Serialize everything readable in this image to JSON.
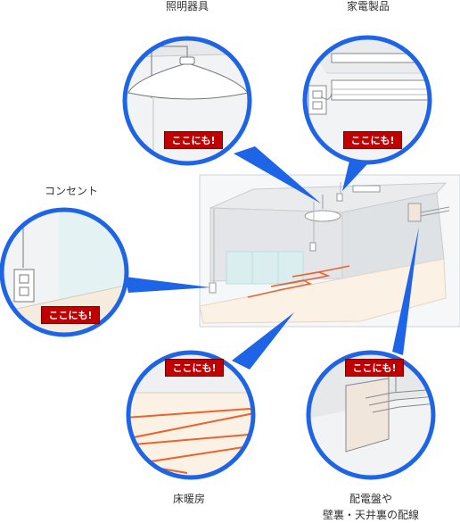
{
  "labels": {
    "lighting": "照明器具",
    "appliance": "家電製品",
    "outlet": "コンセント",
    "floor_heating": "床暖房",
    "panel_line1": "配電盤や",
    "panel_line2": "壁裏・天井裏の配線"
  },
  "badge_text": "ここにも!",
  "colors": {
    "circle_border": "#1e64e6",
    "badge": "#c00000",
    "heating_wire": "#e8642c",
    "floor": "#fbf1e4",
    "wall": "#e4e6e8"
  }
}
